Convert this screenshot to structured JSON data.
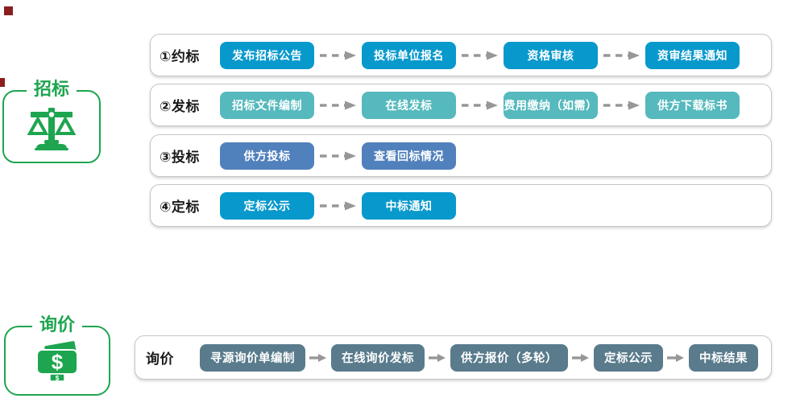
{
  "colors": {
    "green": "#1EA54F",
    "cyan": "#0899CC",
    "teal": "#55B9BD",
    "blue": "#5181BD",
    "slate": "#597B8C",
    "arrow_gray": "#979797",
    "border_gray": "#C6C6C6",
    "mark_red": "#8A1E1E"
  },
  "icons": {
    "tender": "balance-scale-icon",
    "inquiry": "money-dollar-icon",
    "arrow_dashed": "dashed-arrow-icon",
    "arrow_solid": "solid-arrow-icon"
  },
  "money_symbol": "$",
  "badges": [
    {
      "id": "tender",
      "label": "招标"
    },
    {
      "id": "inquiry",
      "label": "询价"
    }
  ],
  "flows": [
    {
      "label": "①约标",
      "color_key": "cyan",
      "arrow": "dashed",
      "steps": [
        "发布招标公告",
        "投标单位报名",
        "资格审核",
        "资审结果通知"
      ]
    },
    {
      "label": "②发标",
      "color_key": "teal",
      "arrow": "dashed",
      "steps": [
        "招标文件编制",
        "在线发标",
        "费用缴纳（如需）",
        "供方下载标书"
      ]
    },
    {
      "label": "③投标",
      "color_key": "blue",
      "arrow": "dashed",
      "steps": [
        "供方投标",
        "查看回标情况"
      ]
    },
    {
      "label": "④定标",
      "color_key": "cyan",
      "arrow": "dashed",
      "steps": [
        "定标公示",
        "中标通知"
      ]
    },
    {
      "label": "询价",
      "color_key": "slate",
      "arrow": "solid",
      "steps": [
        "寻源询价单编制",
        "在线询价发标",
        "供方报价（多轮）",
        "定标公示",
        "中标结果"
      ]
    }
  ]
}
